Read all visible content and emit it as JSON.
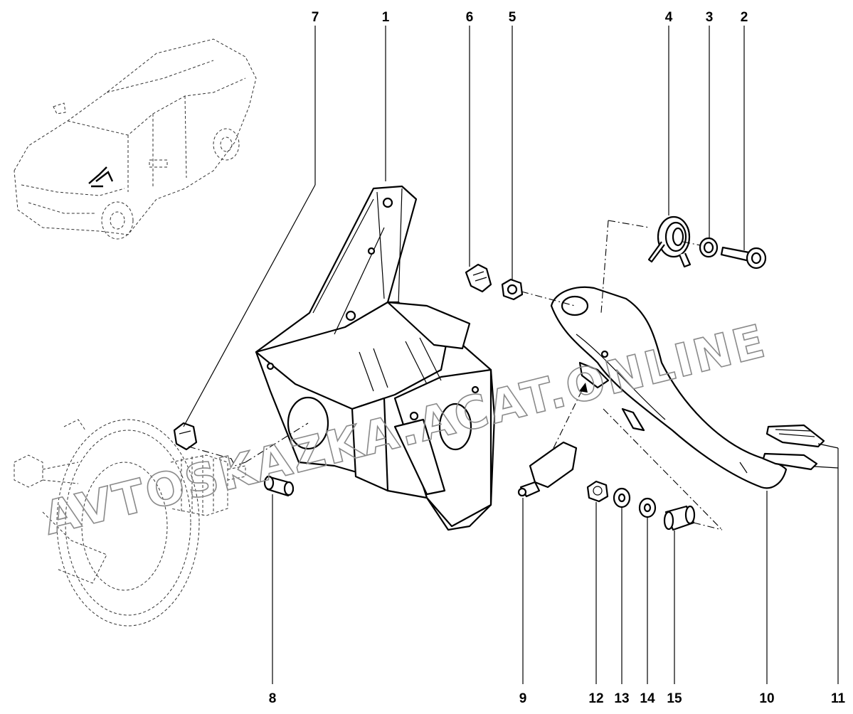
{
  "watermark": "AVTOSKAZKA.ACAT.ONLINE",
  "callouts": [
    {
      "id": "1",
      "label": "1"
    },
    {
      "id": "2",
      "label": "2"
    },
    {
      "id": "3",
      "label": "3"
    },
    {
      "id": "4",
      "label": "4"
    },
    {
      "id": "5",
      "label": "5"
    },
    {
      "id": "6",
      "label": "6"
    },
    {
      "id": "7",
      "label": "7"
    },
    {
      "id": "8",
      "label": "8"
    },
    {
      "id": "9",
      "label": "9"
    },
    {
      "id": "10",
      "label": "10"
    },
    {
      "id": "11",
      "label": "11"
    },
    {
      "id": "12",
      "label": "12"
    },
    {
      "id": "13",
      "label": "13"
    },
    {
      "id": "14",
      "label": "14"
    },
    {
      "id": "15",
      "label": "15"
    }
  ]
}
